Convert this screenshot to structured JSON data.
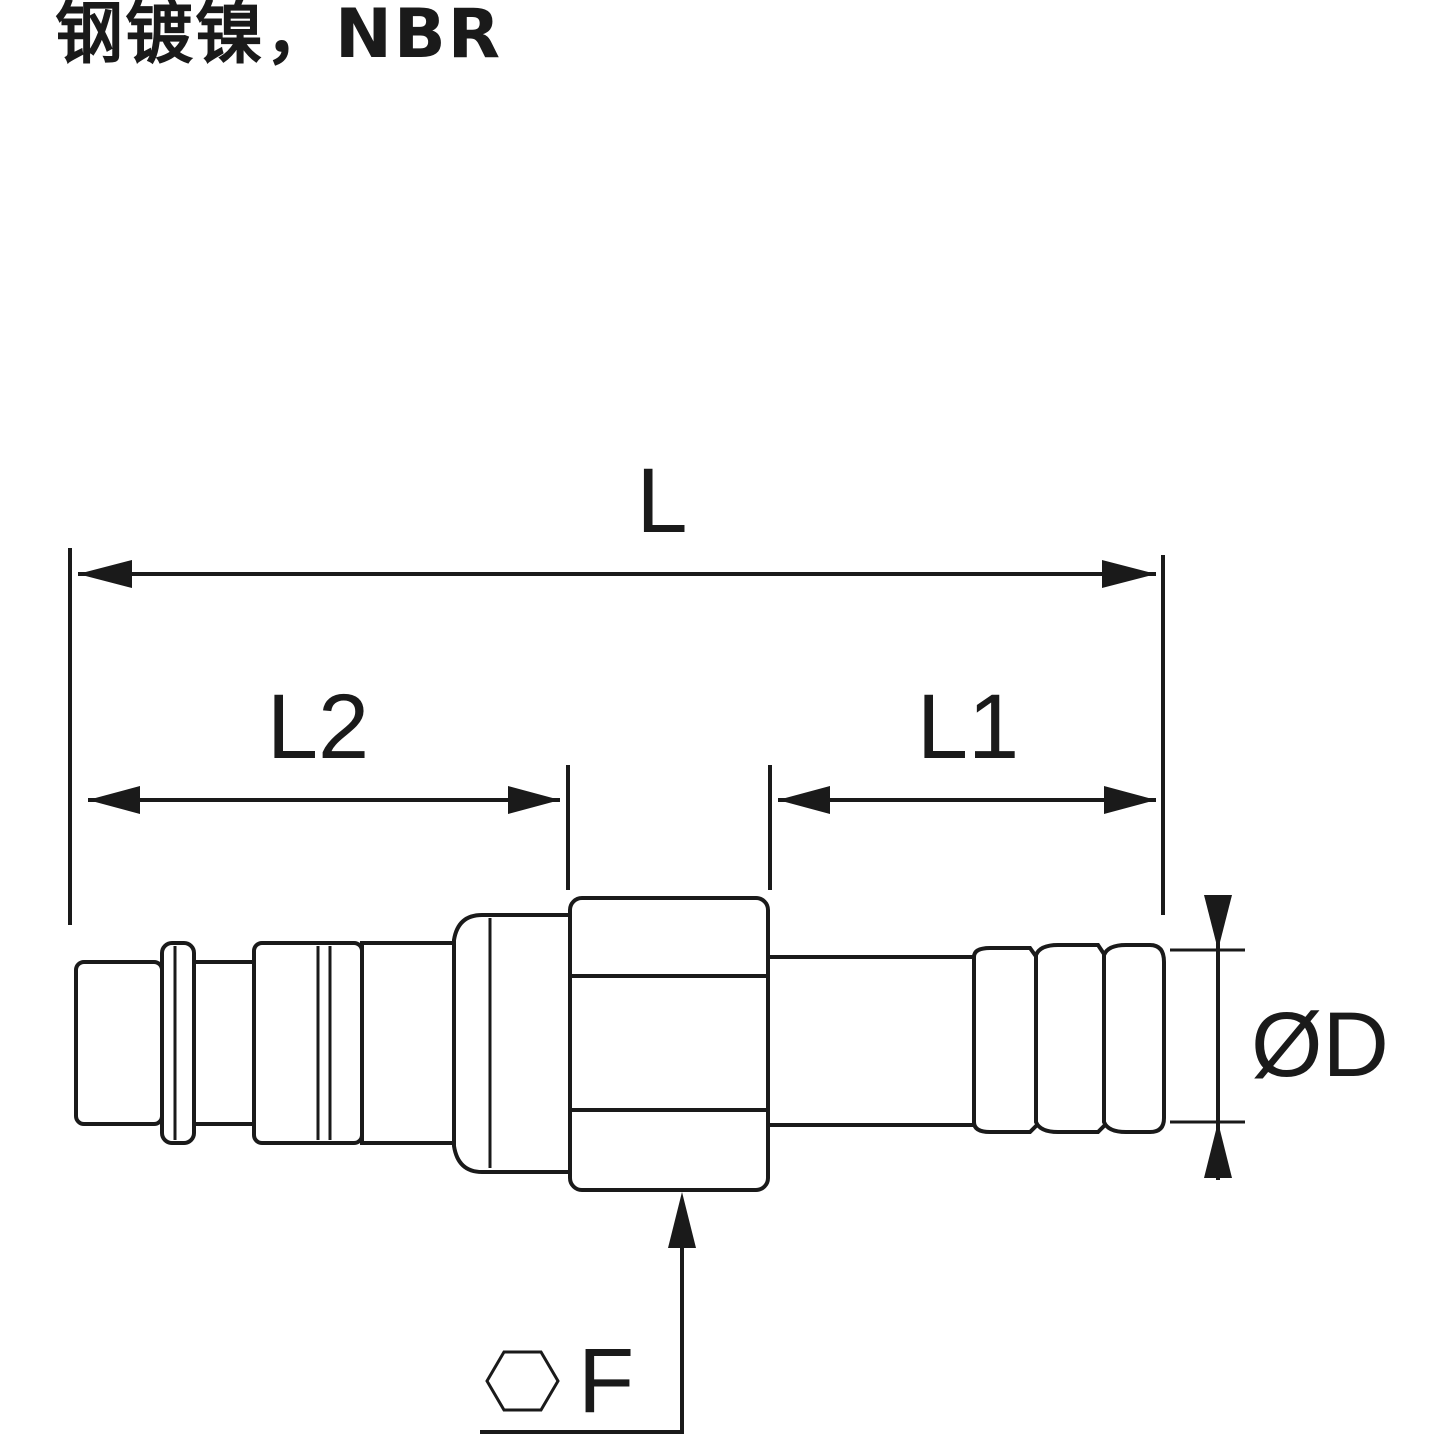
{
  "header": {
    "text": "钢镀镍，NBR"
  },
  "labels": {
    "overall_length": "L",
    "plug_length": "L2",
    "hose_length": "L1",
    "hose_diameter": "ØD",
    "hex_size": "F"
  },
  "icons": {
    "hex": "hexagon-icon"
  }
}
